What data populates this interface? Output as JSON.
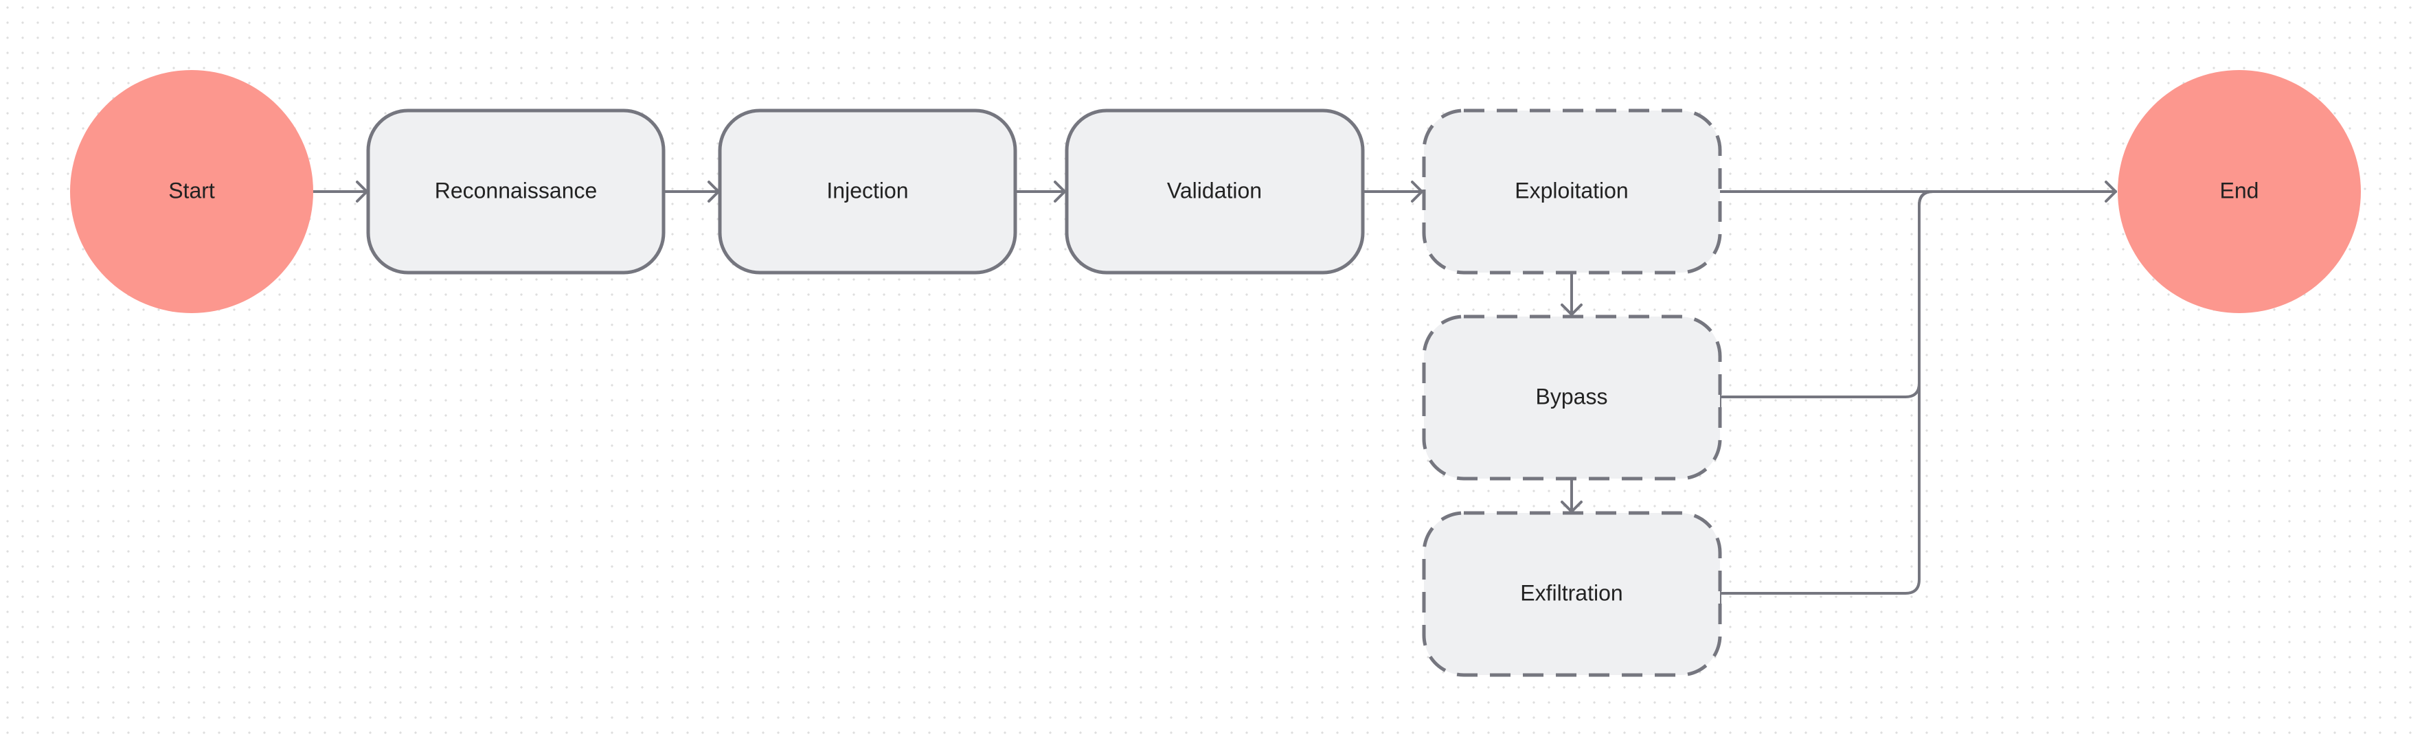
{
  "diagram": {
    "nodes": {
      "start": "Start",
      "reconnaissance": "Reconnaissance",
      "injection": "Injection",
      "validation": "Validation",
      "exploitation": "Exploitation",
      "bypass": "Bypass",
      "exfiltration": "Exfiltration",
      "end": "End"
    },
    "colors": {
      "terminal_fill": "#fc978e",
      "process_fill": "#eff0f2",
      "stroke": "#75767f",
      "text": "#222222"
    }
  }
}
